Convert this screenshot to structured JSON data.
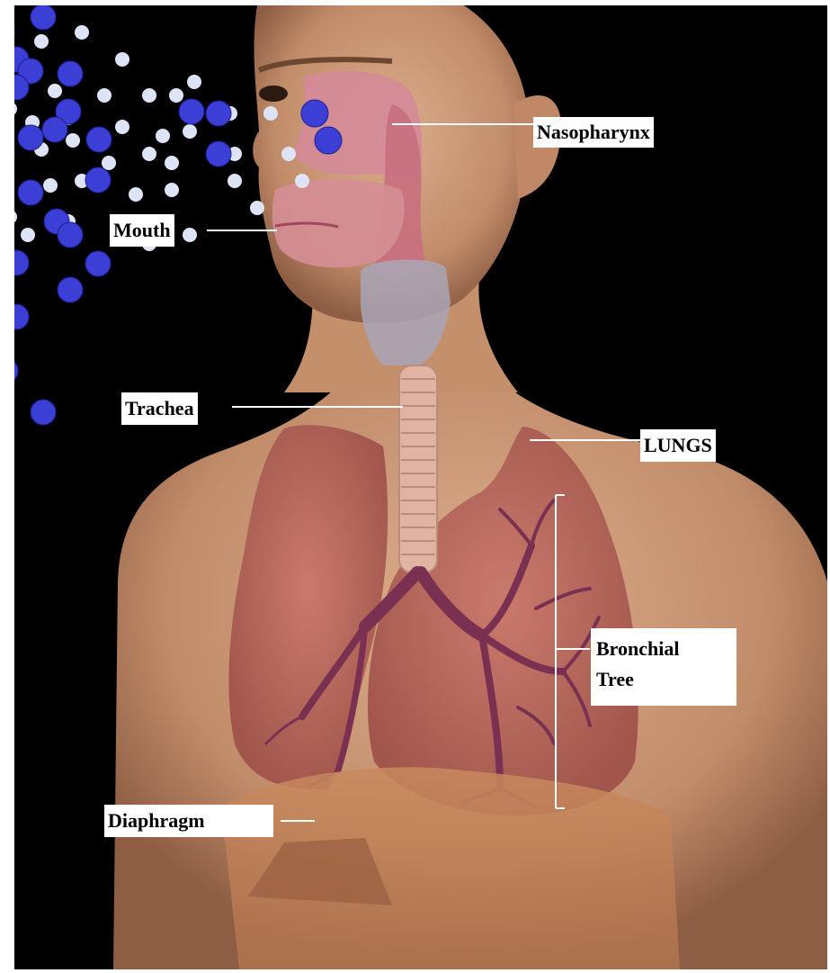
{
  "figure": {
    "labels": {
      "nasopharynx": "Nasopharynx",
      "mouth": "Mouth",
      "trachea": "Trachea",
      "lungs": "LUNGS",
      "bronchial_line1": "Bronchial",
      "bronchial_line2": "Tree",
      "diaphragm": "Diaphragm"
    },
    "colors": {
      "background": "#000000",
      "skin": "#c99878",
      "lung": "#b86a5e",
      "bronchi": "#7a3050",
      "airway": "#d8a0a0",
      "particle_large": "#3b3fd6",
      "particle_small": "#dde4f5",
      "leader_line": "#ffffff"
    },
    "icons": [
      "large-airborne-particle-icon",
      "small-airborne-particle-icon"
    ]
  }
}
